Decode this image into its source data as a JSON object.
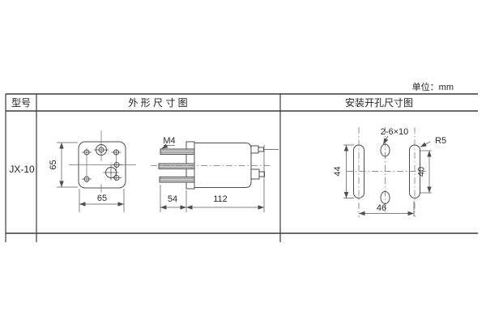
{
  "unit_label": "单位：mm",
  "table": {
    "headers": {
      "model": "型号",
      "outline": "外 形 尺 寸 图",
      "mounting": "安装开孔尺寸图"
    },
    "row": {
      "model": "JX-10"
    }
  },
  "outline_drawing": {
    "front_view": {
      "height_label": "65",
      "width_label": "65"
    },
    "side_view": {
      "thread_label": "M4",
      "terminal_length_label": "54",
      "body_length_label": "112"
    }
  },
  "mounting_drawing": {
    "holes_label": "2-6×10",
    "radius_label": "R5",
    "slot_length_label": "44",
    "slot_center_label": "40",
    "spacing_label": "46"
  }
}
